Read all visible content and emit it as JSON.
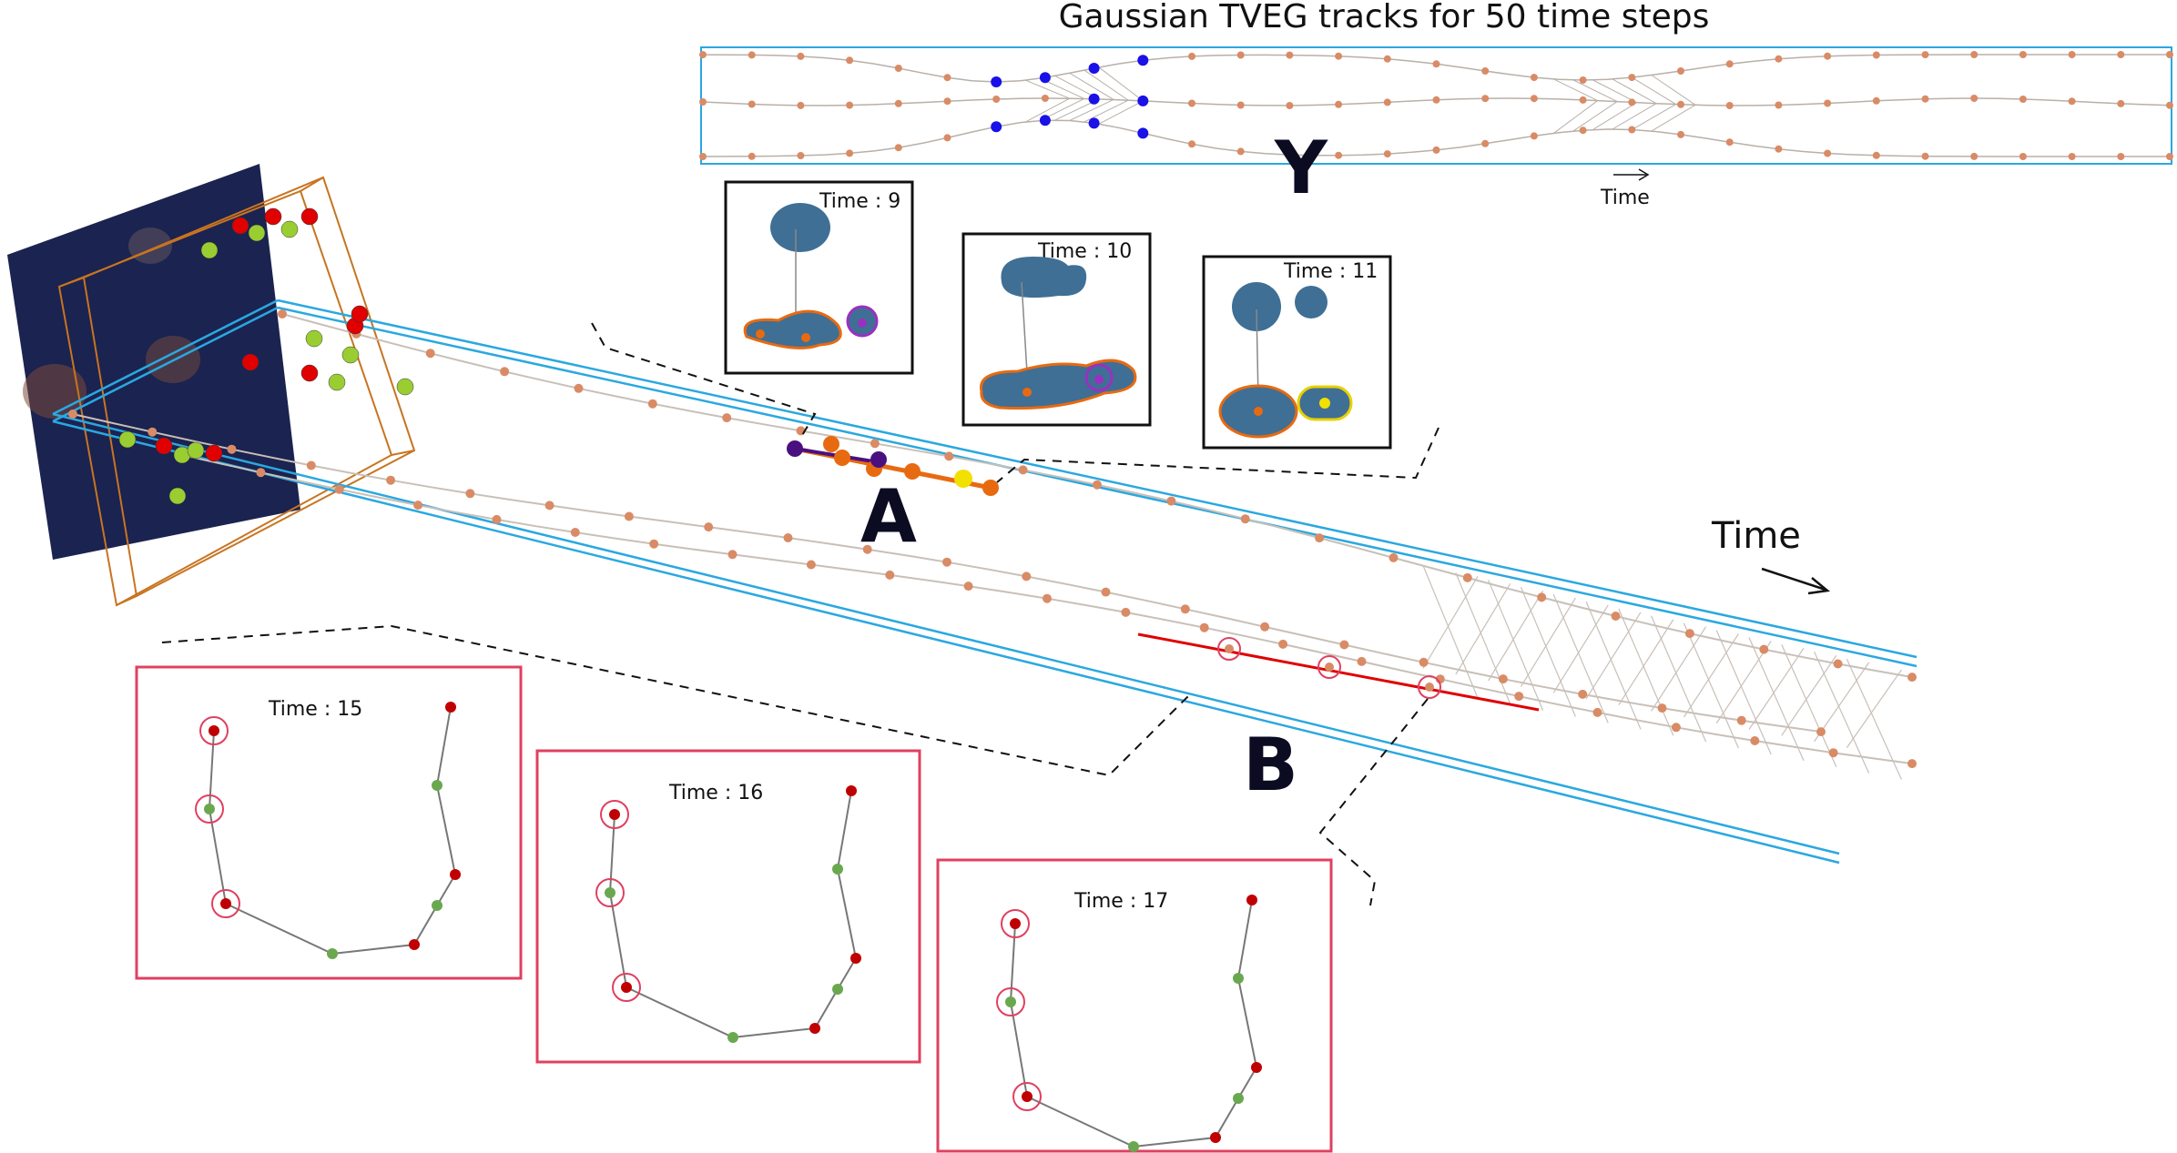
{
  "title": "Gaussian TVEG tracks for 50 time steps",
  "labels": {
    "track_a": "A",
    "track_b": "B",
    "track_y": "Y",
    "time_main": "Time",
    "time_top": "Time"
  },
  "panels_a": [
    {
      "time": "Time : 9"
    },
    {
      "time": "Time : 10"
    },
    {
      "time": "Time : 11"
    }
  ],
  "panels_b": [
    {
      "time": "Time : 15"
    },
    {
      "time": "Time : 16"
    },
    {
      "time": "Time : 17"
    }
  ],
  "colors": {
    "track_border": "#2aa8e0",
    "node": "#d98b66",
    "highlight_blue": "#1a10e8",
    "track_a_orange": "#e86a10",
    "track_a_purple": "#4a1080",
    "track_a_yellow": "#f2e000",
    "track_b_red": "#e00000",
    "panel_b_border": "#e04060",
    "blob": "#3f6f95",
    "volume_dark": "#1b2350",
    "volume_frame": "#c87420"
  }
}
